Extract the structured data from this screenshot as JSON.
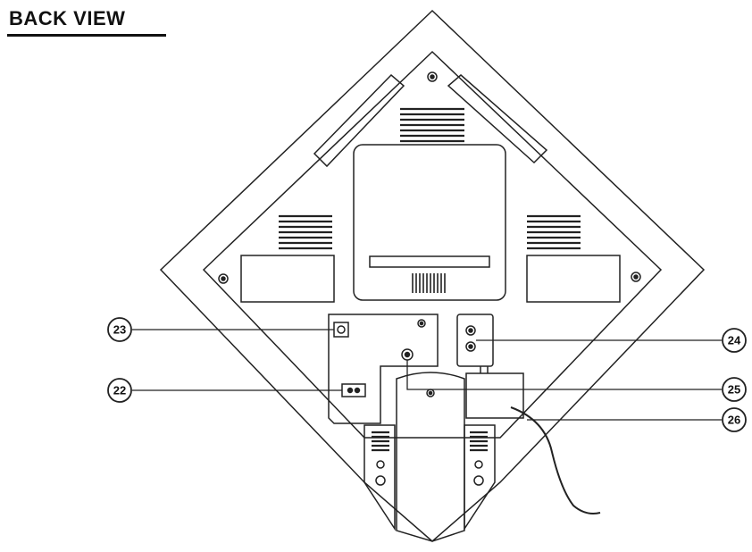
{
  "header": {
    "title": "BACK VIEW"
  },
  "callouts": [
    {
      "id": "23",
      "label": "23"
    },
    {
      "id": "22",
      "label": "22"
    },
    {
      "id": "24",
      "label": "24"
    },
    {
      "id": "25",
      "label": "25"
    },
    {
      "id": "26",
      "label": "26"
    }
  ],
  "colors": {
    "line": "#222222",
    "fill": "#ffffff"
  }
}
